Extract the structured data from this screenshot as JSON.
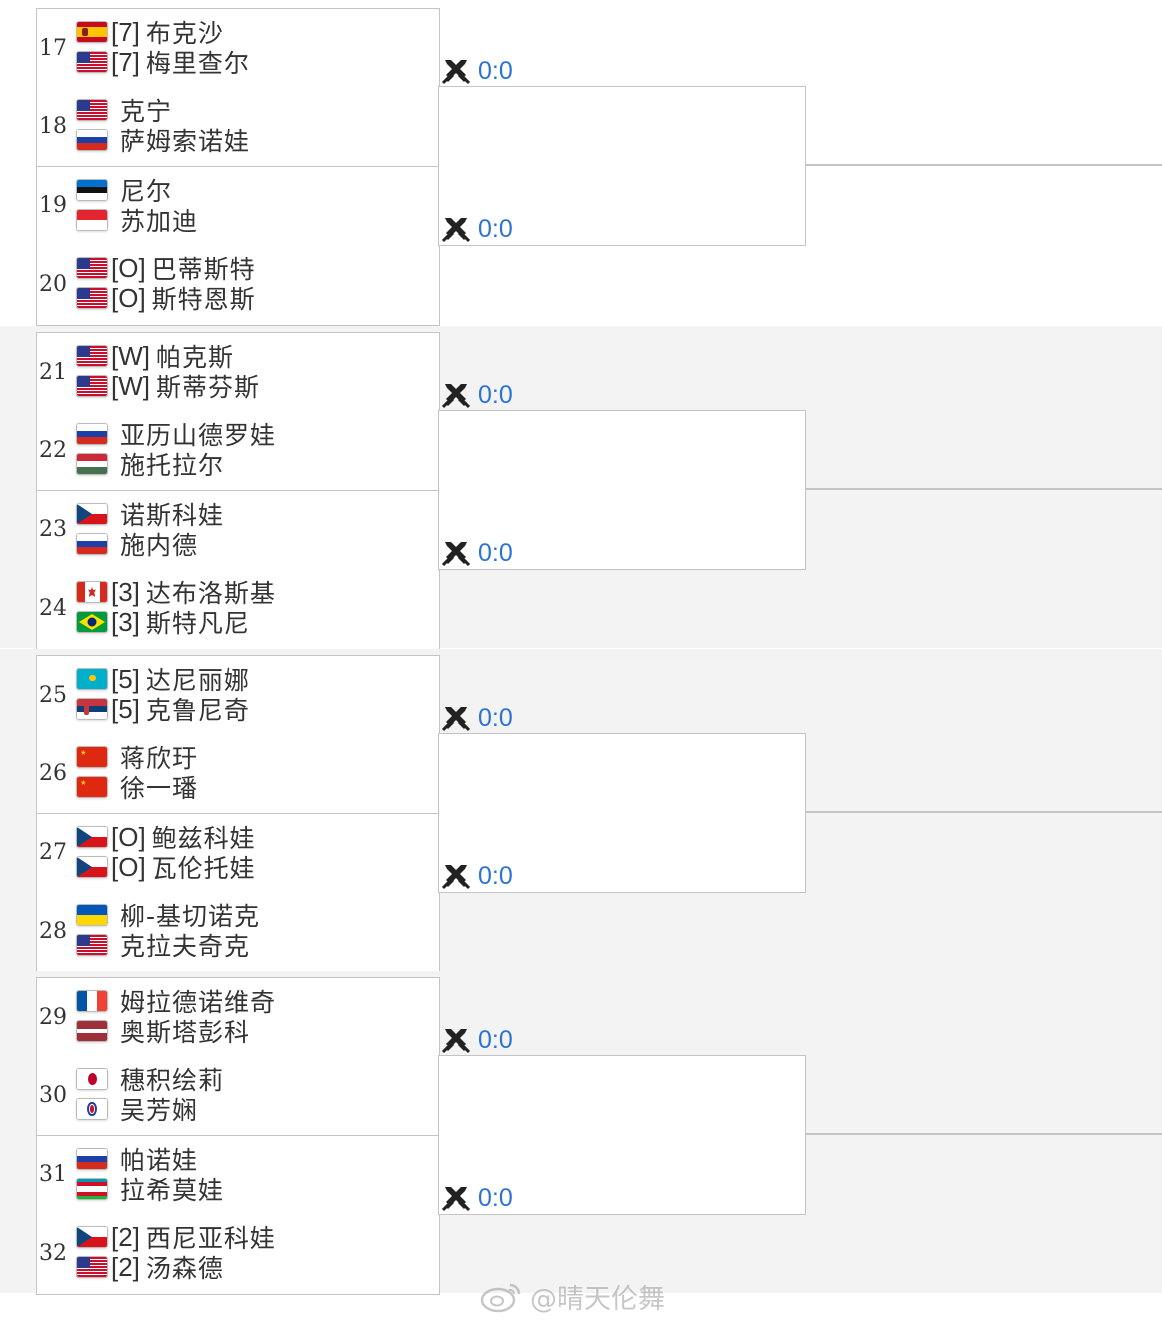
{
  "colors": {
    "score_text": "#2b74d6",
    "score_icon": "#222222",
    "border": "#c4c4c4",
    "band_alt": "#f3f3f3"
  },
  "score_icon": "crossed-swords-icon",
  "matches": [
    {
      "number": "17",
      "lines": [
        {
          "flag": "esp",
          "seed": "[7]",
          "name": "布克沙"
        },
        {
          "flag": "usa",
          "seed": "[7]",
          "name": "梅里查尔"
        }
      ]
    },
    {
      "number": "18",
      "lines": [
        {
          "flag": "usa",
          "seed": "",
          "name": "克宁"
        },
        {
          "flag": "rus",
          "seed": "",
          "name": "萨姆索诺娃"
        }
      ]
    },
    {
      "number": "19",
      "lines": [
        {
          "flag": "est",
          "seed": "",
          "name": "尼尔"
        },
        {
          "flag": "idn",
          "seed": "",
          "name": "苏加迪"
        }
      ]
    },
    {
      "number": "20",
      "lines": [
        {
          "flag": "usa",
          "seed": "[O]",
          "name": "巴蒂斯特"
        },
        {
          "flag": "usa",
          "seed": "[O]",
          "name": "斯特恩斯"
        }
      ]
    },
    {
      "number": "21",
      "lines": [
        {
          "flag": "usa",
          "seed": "[W]",
          "name": "帕克斯"
        },
        {
          "flag": "usa",
          "seed": "[W]",
          "name": "斯蒂芬斯"
        }
      ]
    },
    {
      "number": "22",
      "lines": [
        {
          "flag": "rus",
          "seed": "",
          "name": "亚历山德罗娃"
        },
        {
          "flag": "hun",
          "seed": "",
          "name": "施托拉尔"
        }
      ]
    },
    {
      "number": "23",
      "lines": [
        {
          "flag": "cze",
          "seed": "",
          "name": "诺斯科娃"
        },
        {
          "flag": "rus",
          "seed": "",
          "name": "施内德"
        }
      ]
    },
    {
      "number": "24",
      "lines": [
        {
          "flag": "can",
          "seed": "[3]",
          "name": "达布洛斯基"
        },
        {
          "flag": "bra",
          "seed": "[3]",
          "name": "斯特凡尼"
        }
      ]
    },
    {
      "number": "25",
      "lines": [
        {
          "flag": "kaz",
          "seed": "[5]",
          "name": "达尼丽娜"
        },
        {
          "flag": "srb",
          "seed": "[5]",
          "name": "克鲁尼奇"
        }
      ]
    },
    {
      "number": "26",
      "lines": [
        {
          "flag": "chn",
          "seed": "",
          "name": "蒋欣玗"
        },
        {
          "flag": "chn",
          "seed": "",
          "name": "徐一璠"
        }
      ]
    },
    {
      "number": "27",
      "lines": [
        {
          "flag": "cze",
          "seed": "[O]",
          "name": "鲍兹科娃"
        },
        {
          "flag": "cze",
          "seed": "[O]",
          "name": "瓦伦托娃"
        }
      ]
    },
    {
      "number": "28",
      "lines": [
        {
          "flag": "ukr",
          "seed": "",
          "name": "柳-基切诺克"
        },
        {
          "flag": "usa",
          "seed": "",
          "name": "克拉夫奇克"
        }
      ]
    },
    {
      "number": "29",
      "lines": [
        {
          "flag": "fra",
          "seed": "",
          "name": "姆拉德诺维奇"
        },
        {
          "flag": "lat",
          "seed": "",
          "name": "奥斯塔彭科"
        }
      ]
    },
    {
      "number": "30",
      "lines": [
        {
          "flag": "jpn",
          "seed": "",
          "name": "穗积绘莉"
        },
        {
          "flag": "tpe",
          "seed": "",
          "name": "吴芳娴"
        }
      ]
    },
    {
      "number": "31",
      "lines": [
        {
          "flag": "rus",
          "seed": "",
          "name": "帕诺娃"
        },
        {
          "flag": "uzb",
          "seed": "",
          "name": "拉希莫娃"
        }
      ]
    },
    {
      "number": "32",
      "lines": [
        {
          "flag": "cze",
          "seed": "[2]",
          "name": "西尼亚科娃"
        },
        {
          "flag": "usa",
          "seed": "[2]",
          "name": "汤森德"
        }
      ]
    }
  ],
  "scores": [
    "0:0",
    "0:0",
    "0:0",
    "0:0",
    "0:0",
    "0:0",
    "0:0",
    "0:0"
  ],
  "watermark": {
    "text": "@晴天伦舞"
  }
}
